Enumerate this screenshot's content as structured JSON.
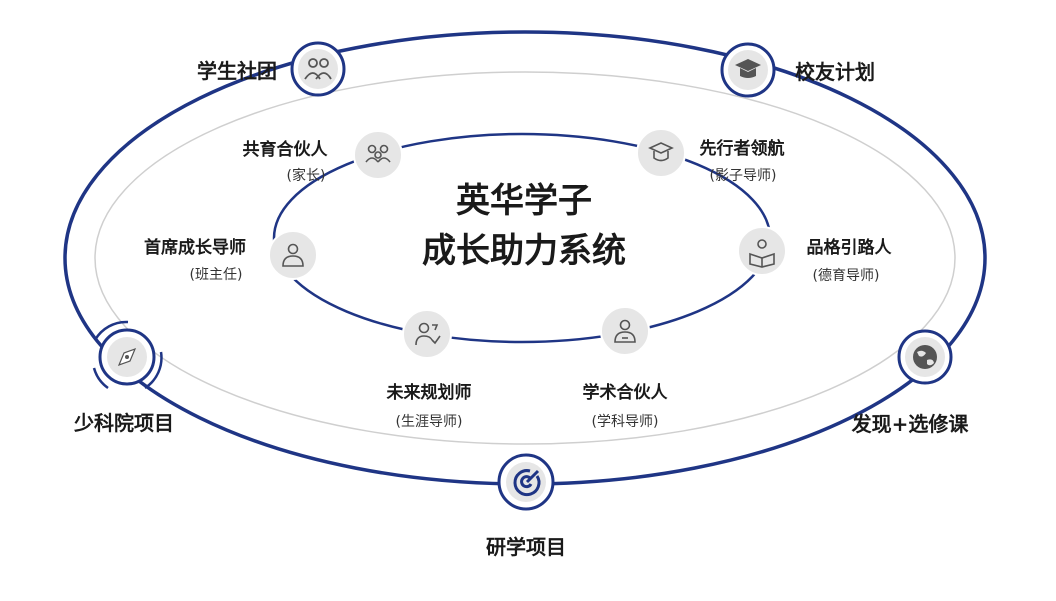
{
  "title": {
    "line1": "英华学子",
    "line2": "成长助力系统"
  },
  "outer_nodes": [
    {
      "key": "clubs",
      "label": "学生社团",
      "icon": "people-icon"
    },
    {
      "key": "alumni",
      "label": "校友计划",
      "icon": "graduation-cap-icon"
    },
    {
      "key": "science",
      "label": "少科院项目",
      "icon": "compass-icon"
    },
    {
      "key": "courses",
      "label": "发现+选修课",
      "icon": "globe-icon"
    },
    {
      "key": "study",
      "label": "研学项目",
      "icon": "target-icon"
    }
  ],
  "inner_nodes": [
    {
      "key": "partner",
      "label": "共育合伙人",
      "sub": "(家长)",
      "icon": "group-icon"
    },
    {
      "key": "pioneer",
      "label": "先行者领航",
      "sub": "(影子导师)",
      "icon": "mortarboard-icon"
    },
    {
      "key": "homeroom",
      "label": "首席成长导师",
      "sub": "(班主任)",
      "icon": "teacher-icon"
    },
    {
      "key": "character",
      "label": "品格引路人",
      "sub": "(德育导师)",
      "icon": "reading-icon"
    },
    {
      "key": "career",
      "label": "未来规划师",
      "sub": "(生涯导师)",
      "icon": "planner-icon"
    },
    {
      "key": "academic",
      "label": "学术合伙人",
      "sub": "(学科导师)",
      "icon": "scholar-icon"
    }
  ],
  "colors": {
    "navy": "#1f3585",
    "gray_ring": "#cfcfcf",
    "icon_bg": "#e6e6e6",
    "icon_fg": "#555555",
    "text": "#1a1a1a"
  }
}
